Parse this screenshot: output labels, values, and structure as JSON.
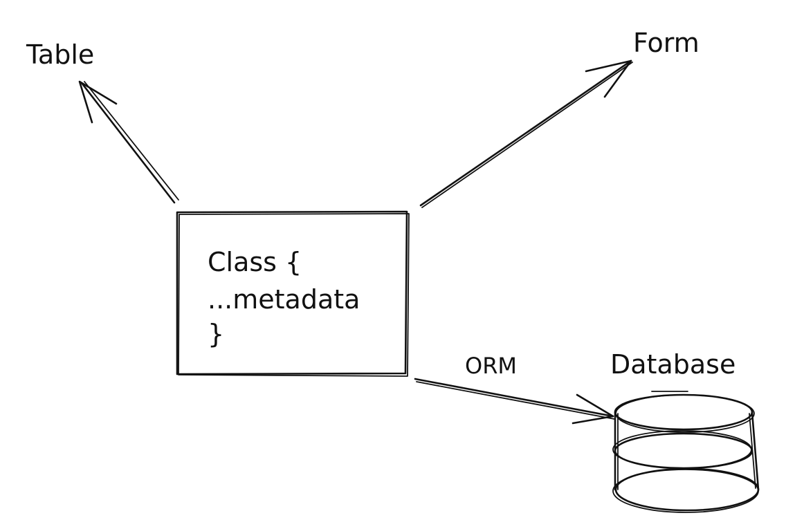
{
  "diagram": {
    "labels": {
      "table": "Table",
      "form": "Form",
      "database": "Database",
      "orm": "ORM"
    },
    "class_box": {
      "lines": [
        "Class {",
        "...metadata",
        "}"
      ]
    }
  }
}
